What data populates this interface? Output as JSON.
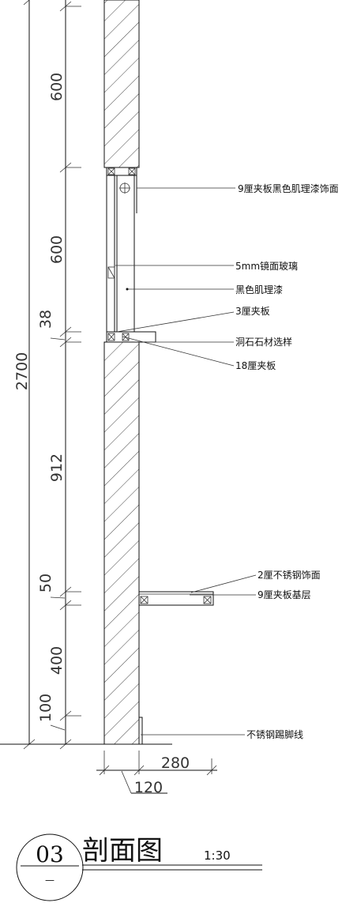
{
  "dimensions": {
    "total": "2700",
    "segments": [
      "600",
      "600",
      "38",
      "912",
      "50",
      "400",
      "100"
    ],
    "bottom_280": "280",
    "bottom_120": "120"
  },
  "callouts": [
    "9厘夹板黑色肌理漆饰面",
    "5mm镜面玻璃",
    "黑色肌理漆",
    "3厘夹板",
    "洞石石材选样",
    "18厘夹板",
    "2厘不锈钢饰面",
    "9厘夹板基层",
    "不锈钢踢脚线"
  ],
  "title_block": {
    "number": "03",
    "sub": "—",
    "title": "剖面图",
    "scale": "1:30"
  }
}
